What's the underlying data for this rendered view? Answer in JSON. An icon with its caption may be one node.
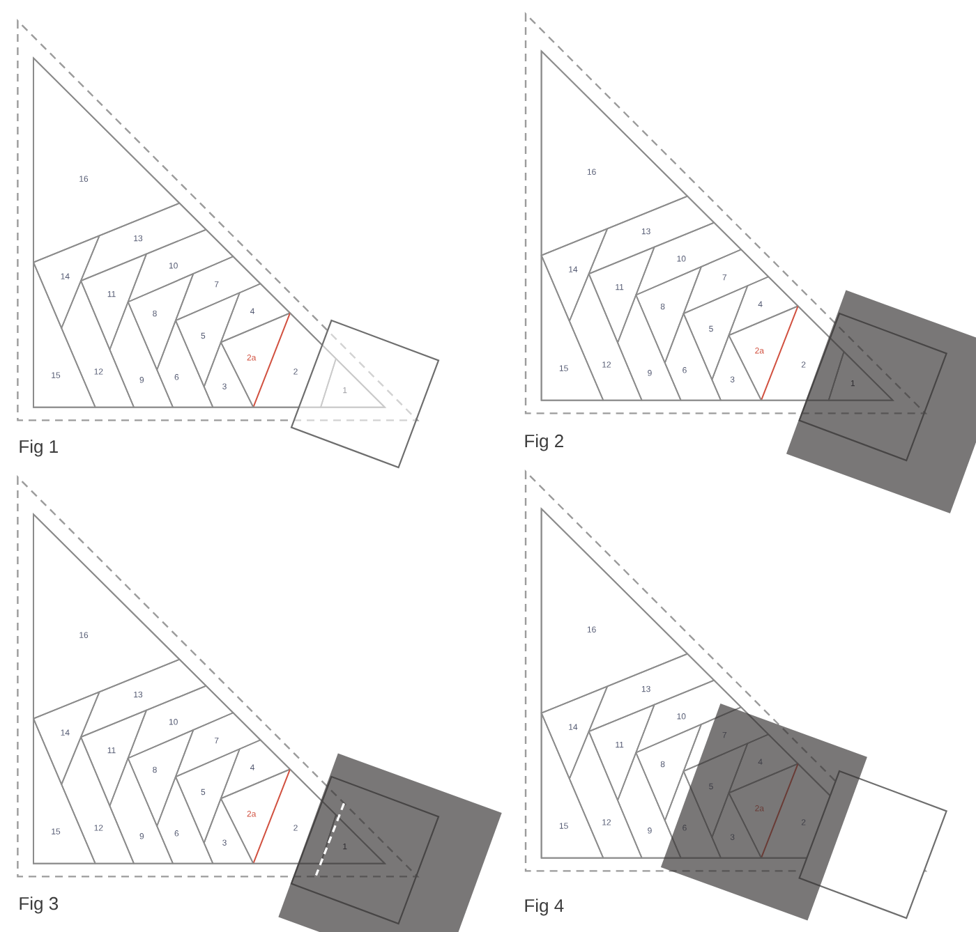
{
  "diagram": {
    "nodes": [
      {
        "text": [],
        "shape": "triangle",
        "beside": [
          "Fig 1"
        ]
      },
      {
        "text": [
          "16"
        ],
        "in": 0
      },
      {
        "text": [
          "13"
        ],
        "in": 0
      },
      {
        "text": [
          "14"
        ],
        "in": 0
      },
      {
        "text": [
          "10"
        ],
        "in": 0
      },
      {
        "text": [
          "11"
        ],
        "in": 0
      },
      {
        "text": [
          "7"
        ],
        "in": 0
      },
      {
        "text": [
          "8"
        ],
        "in": 0
      },
      {
        "text": [
          "4"
        ],
        "in": 0
      },
      {
        "text": [
          "5"
        ],
        "in": 0
      },
      {
        "text": [
          "2a"
        ],
        "in": 0
      },
      {
        "text": [
          "15"
        ],
        "in": 0
      },
      {
        "text": [
          "12"
        ],
        "in": 0
      },
      {
        "text": [
          "9"
        ],
        "in": 0
      },
      {
        "text": [
          "6"
        ],
        "in": 0
      },
      {
        "text": [
          "3"
        ],
        "in": 0
      },
      {
        "text": [
          "2"
        ],
        "in": 0
      },
      {
        "text": [
          "1"
        ],
        "in": 0
      },
      {
        "text": [],
        "shape": "triangle",
        "beside": [
          "Fig 2"
        ]
      },
      {
        "text": [
          "16"
        ],
        "in": 18
      },
      {
        "text": [
          "13"
        ],
        "in": 18
      },
      {
        "text": [
          "14"
        ],
        "in": 18
      },
      {
        "text": [
          "10"
        ],
        "in": 18
      },
      {
        "text": [
          "11"
        ],
        "in": 18
      },
      {
        "text": [
          "7"
        ],
        "in": 18
      },
      {
        "text": [
          "8"
        ],
        "in": 18
      },
      {
        "text": [
          "4"
        ],
        "in": 18
      },
      {
        "text": [
          "5"
        ],
        "in": 18
      },
      {
        "text": [
          "2a"
        ],
        "in": 18
      },
      {
        "text": [
          "15"
        ],
        "in": 18
      },
      {
        "text": [
          "12"
        ],
        "in": 18
      },
      {
        "text": [
          "9"
        ],
        "in": 18
      },
      {
        "text": [
          "6"
        ],
        "in": 18
      },
      {
        "text": [
          "3"
        ],
        "in": 18
      },
      {
        "text": [
          "2"
        ],
        "in": 18
      },
      {
        "text": [
          "1"
        ],
        "in": 18
      },
      {
        "text": [],
        "shape": "triangle",
        "beside": [
          "Fig 3"
        ]
      },
      {
        "text": [
          "16"
        ],
        "in": 36
      },
      {
        "text": [
          "13"
        ],
        "in": 36
      },
      {
        "text": [
          "14"
        ],
        "in": 36
      },
      {
        "text": [
          "10"
        ],
        "in": 36
      },
      {
        "text": [
          "11"
        ],
        "in": 36
      },
      {
        "text": [
          "7"
        ],
        "in": 36
      },
      {
        "text": [
          "8"
        ],
        "in": 36
      },
      {
        "text": [
          "4"
        ],
        "in": 36
      },
      {
        "text": [
          "5"
        ],
        "in": 36
      },
      {
        "text": [
          "2a"
        ],
        "in": 36
      },
      {
        "text": [
          "15"
        ],
        "in": 36
      },
      {
        "text": [
          "12"
        ],
        "in": 36
      },
      {
        "text": [
          "9"
        ],
        "in": 36
      },
      {
        "text": [
          "6"
        ],
        "in": 36
      },
      {
        "text": [
          "3"
        ],
        "in": 36
      },
      {
        "text": [
          "2"
        ],
        "in": 36
      },
      {
        "text": [
          "1"
        ],
        "in": 36
      },
      {
        "text": [],
        "shape": "triangle",
        "beside": [
          "Fig 4"
        ]
      },
      {
        "text": [
          "16"
        ],
        "in": 54
      },
      {
        "text": [
          "13"
        ],
        "in": 54
      },
      {
        "text": [
          "14"
        ],
        "in": 54
      },
      {
        "text": [
          "10"
        ],
        "in": 54
      },
      {
        "text": [
          "11"
        ],
        "in": 54
      },
      {
        "text": [
          "7"
        ],
        "in": 54
      },
      {
        "text": [
          "8"
        ],
        "in": 54
      },
      {
        "text": [
          "4"
        ],
        "in": 54
      },
      {
        "text": [
          "5"
        ],
        "in": 54
      },
      {
        "text": [
          "2a"
        ],
        "in": 54
      },
      {
        "text": [
          "15"
        ],
        "in": 54
      },
      {
        "text": [
          "12"
        ],
        "in": 54
      },
      {
        "text": [
          "9"
        ],
        "in": 54
      },
      {
        "text": [
          "6"
        ],
        "in": 54
      },
      {
        "text": [
          "3"
        ],
        "in": 54
      },
      {
        "text": [
          "2"
        ],
        "in": 54
      }
    ]
  }
}
